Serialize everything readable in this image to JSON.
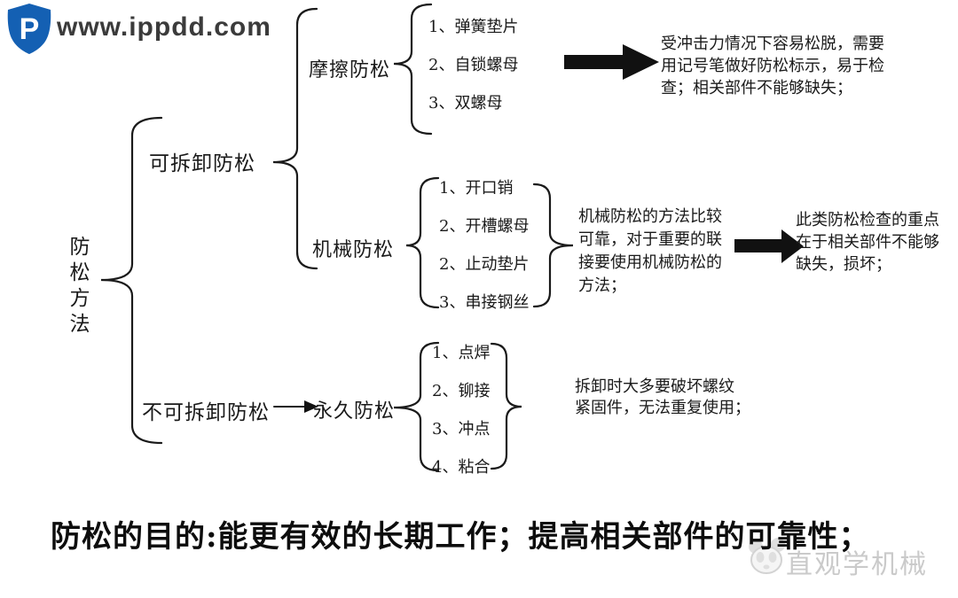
{
  "logo": {
    "url_text": "www.ippdd.com",
    "icon": "shield-p-logo",
    "letter": "P"
  },
  "tree": {
    "root_label": "防松方法",
    "removable": {
      "label": "可拆卸防松",
      "friction": {
        "label": "摩擦防松",
        "items": [
          "1、弹簧垫片",
          "2、自锁螺母",
          "3、双螺母"
        ],
        "note": "受冲击力情况下容易松脱，需要\n用记号笔做好防松标示，易于检\n查；相关部件不能够缺失；"
      },
      "mechanical": {
        "label": "机械防松",
        "items": [
          "1、开口销",
          "2、开槽螺母",
          "2、止动垫片",
          "3、串接钢丝"
        ],
        "note": "机械防松的方法比较\n可靠，对于重要的联\n接要使用机械防松的\n方法；",
        "note2": "此类防松检查的重点\n在于相关部件不能够\n缺失，损坏；"
      }
    },
    "non_removable": {
      "label": "不可拆卸防松",
      "permanent": {
        "label": "永久防松",
        "items": [
          "1、点焊",
          "2、铆接",
          "3、冲点",
          "4、粘合"
        ],
        "note": "拆卸时大多要破坏螺纹\n紧固件，无法重复使用；"
      }
    }
  },
  "footer": {
    "title": "防松的目的:能更有效的长期工作；提高相关部件的可靠性；"
  },
  "watermark": {
    "text": "直观学机械",
    "icon": "panda-icon"
  },
  "colors": {
    "ink": "#1a1a1a",
    "logo_blue": "#1460b3",
    "logo_text_gray": "#3b3b3b",
    "watermark_gray": "#c8c8c8",
    "background": "#ffffff"
  }
}
